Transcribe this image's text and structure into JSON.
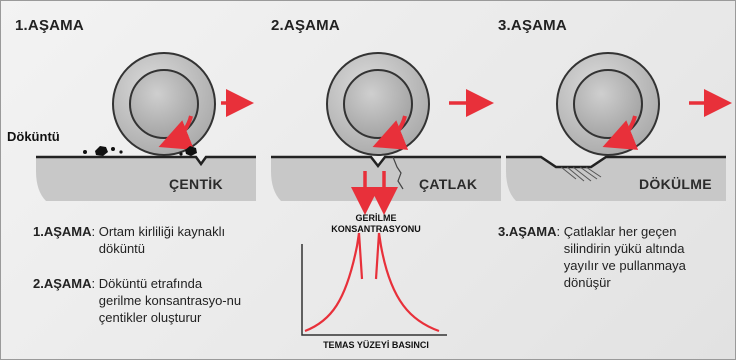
{
  "stages": [
    {
      "title": "1.AŞAMA",
      "surface_label": "ÇENTİK"
    },
    {
      "title": "2.AŞAMA",
      "surface_label": "ÇATLAK"
    },
    {
      "title": "3.AŞAMA",
      "surface_label": "DÖKÜLME"
    }
  ],
  "debris_label": "Döküntü",
  "descriptions": [
    {
      "key": "1.AŞAMA",
      "sep": ": ",
      "text": "Ortam kirliliği kaynaklı döküntü"
    },
    {
      "key": "2.AŞAMA",
      "sep": ": ",
      "text": "Döküntü etrafında gerilme konsantrasyo-nu çentikler oluşturur"
    },
    {
      "key": "3.AŞAMA",
      "sep": ": ",
      "text": "Çatlaklar her geçen silindirin yükü altında yayılır ve pullanmaya dönüşür"
    }
  ],
  "stress_label_line1": "GERİLME",
  "stress_label_line2": "KONSANTRASYONU",
  "pressure_label": "TEMAS YÜZEYİ BASINCI",
  "colors": {
    "arrow": "#e8303a",
    "ground": "#c7c7c7",
    "roller_outer": "#b9b9b9",
    "roller_inner": "#a6a6a6",
    "frame": "#9a9a9a"
  }
}
